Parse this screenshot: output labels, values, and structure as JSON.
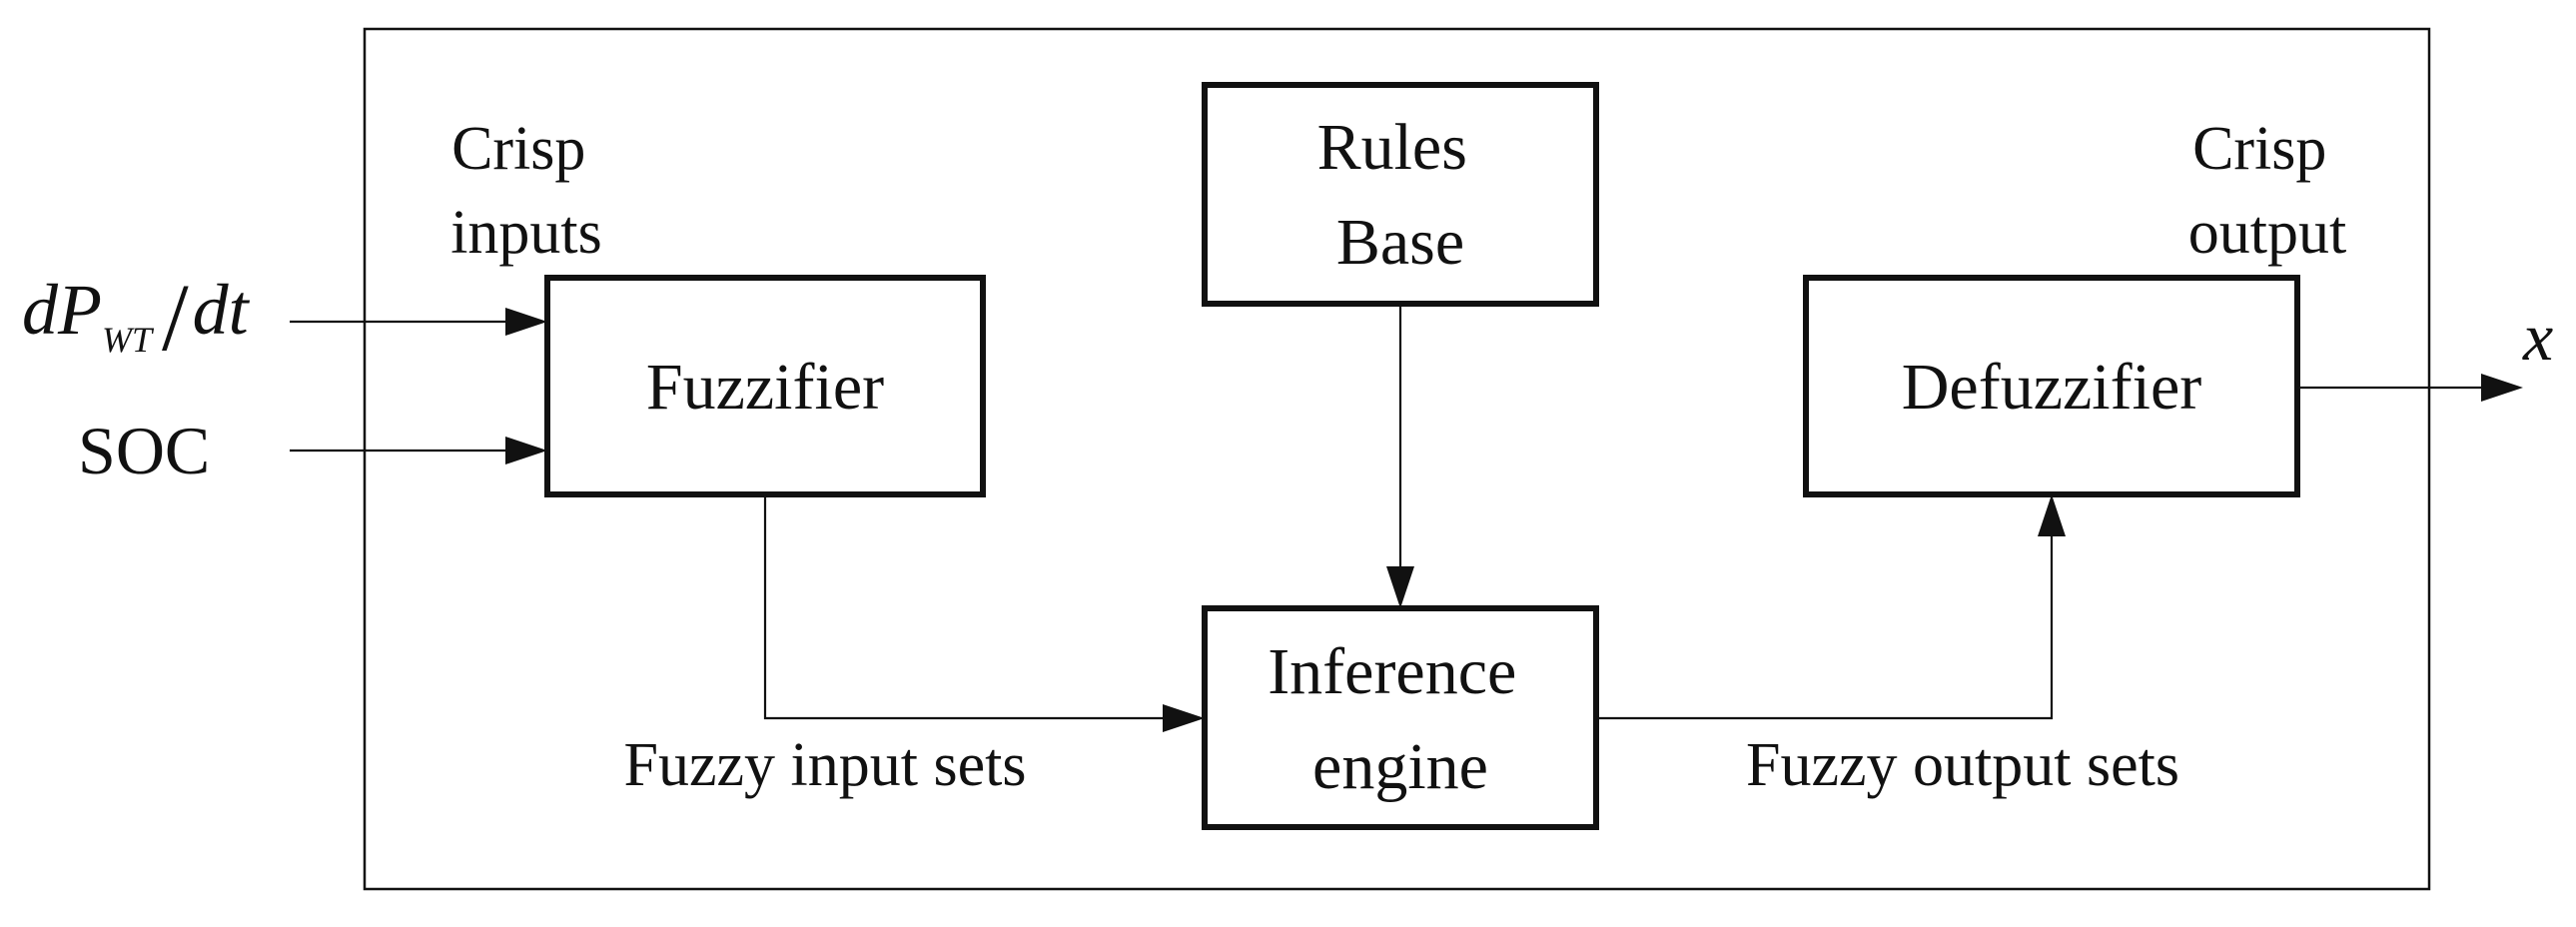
{
  "blocks": {
    "fuzzifier": "Fuzzifier",
    "rules_base": [
      "Rules",
      "Base"
    ],
    "inference_engine": [
      "Inference",
      "engine"
    ],
    "defuzzifier": "Defuzzifier"
  },
  "labels": {
    "crisp_inputs": [
      "Crisp",
      "inputs"
    ],
    "crisp_output": [
      "Crisp",
      "output"
    ],
    "fuzzy_input_sets": "Fuzzy input sets",
    "fuzzy_output_sets": "Fuzzy output sets"
  },
  "signals": {
    "input_1": {
      "d": "dP",
      "subscript": "WT",
      "slash": "/",
      "dt": "dt"
    },
    "input_2": "SOC",
    "output": "x"
  },
  "colors": {
    "line": "#111111",
    "background": "#ffffff"
  }
}
